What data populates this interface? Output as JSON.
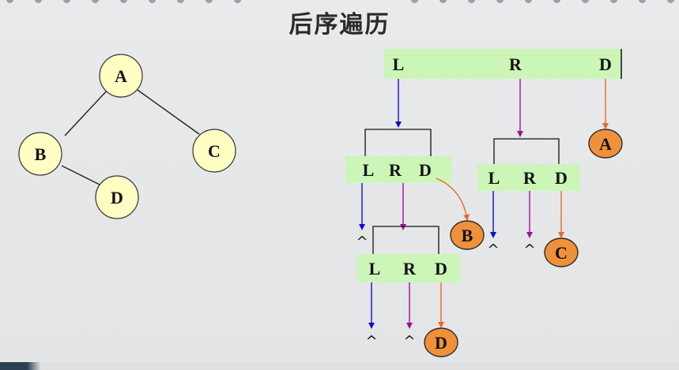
{
  "title": "后序遍历",
  "tree": {
    "nodes": [
      "A",
      "B",
      "C",
      "D"
    ]
  },
  "traversal": {
    "root_box": [
      "L",
      "R",
      "D"
    ],
    "b_box": [
      "L",
      "R",
      "D"
    ],
    "c_box": [
      "L",
      "R",
      "D"
    ],
    "d_box": [
      "L",
      "R",
      "D"
    ],
    "results": [
      "A",
      "B",
      "C",
      "D"
    ],
    "null_symbol": "^"
  },
  "colors": {
    "left_arrow": "#1010c8",
    "right_arrow": "#a010a0",
    "visit_arrow": "#e86a20",
    "box_fill": "#ccf5b8",
    "node_fill": "#ffffc4",
    "result_fill": "#f0903a"
  }
}
